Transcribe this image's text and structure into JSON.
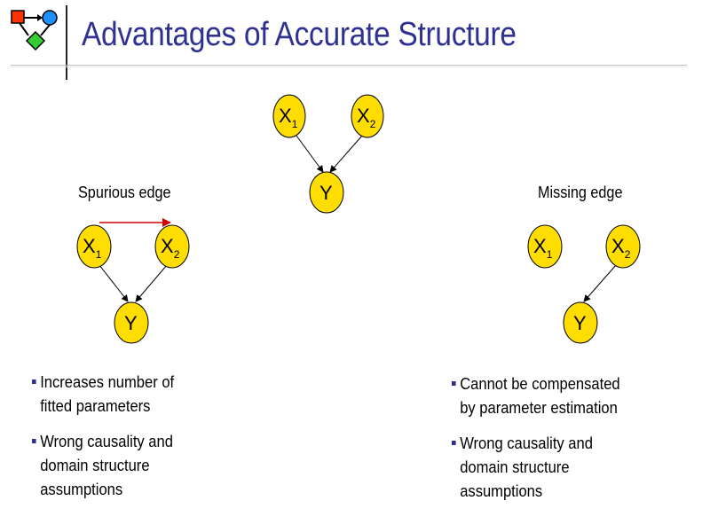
{
  "slide": {
    "title": "Advantages of Accurate Structure"
  },
  "nodes": {
    "x_letter": "X",
    "y_letter": "Y",
    "sub_1": "1",
    "sub_2": "2"
  },
  "left": {
    "label": "Spurious edge",
    "bullets": [
      {
        "line1": "Increases number of",
        "line2": "fitted parameters"
      },
      {
        "line1": "Wrong causality and",
        "line2": "domain structure",
        "line3": "assumptions"
      }
    ]
  },
  "right": {
    "label": "Missing edge",
    "bullets": [
      {
        "line1": "Cannot be compensated",
        "line2": "by parameter estimation"
      },
      {
        "line1": "Wrong causality and",
        "line2": "domain structure",
        "line3": "assumptions"
      }
    ]
  },
  "colors": {
    "title": "#2e3192",
    "node_fill": "#ffdd00",
    "spurious_edge": "#d00000",
    "bullet": "#2e3192"
  }
}
